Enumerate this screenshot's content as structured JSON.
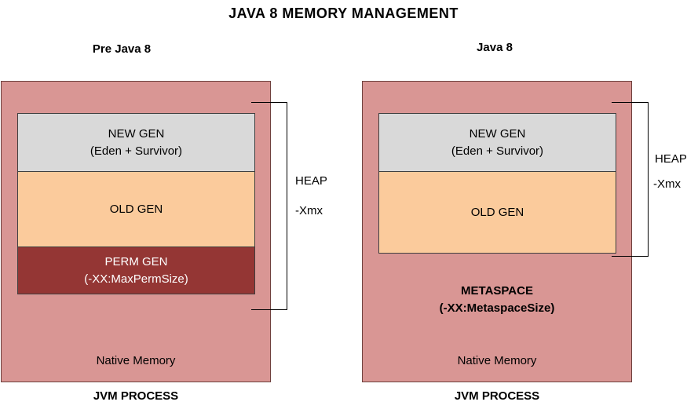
{
  "title": "JAVA 8 MEMORY MANAGEMENT",
  "colors": {
    "process_bg": "#d99694",
    "new_gen_bg": "#d9d9d9",
    "old_gen_bg": "#fbcb9c",
    "perm_gen_bg": "#943634"
  },
  "pre_java8": {
    "label": "Pre Java 8",
    "new_gen_line1": "NEW GEN",
    "new_gen_line2": "(Eden + Survivor)",
    "old_gen": "OLD GEN",
    "perm_gen_line1": "PERM GEN",
    "perm_gen_line2": "(-XX:MaxPermSize)",
    "native_memory": "Native Memory",
    "process_label": "JVM PROCESS",
    "heap_label": "HEAP",
    "xmx_label": "-Xmx"
  },
  "java8": {
    "label": "Java 8",
    "new_gen_line1": "NEW GEN",
    "new_gen_line2": "(Eden + Survivor)",
    "old_gen": "OLD GEN",
    "metaspace_line1": "METASPACE",
    "metaspace_line2": "(-XX:MetaspaceSize)",
    "native_memory": "Native Memory",
    "process_label": "JVM PROCESS",
    "heap_label": "HEAP",
    "xmx_label": "-Xmx"
  }
}
